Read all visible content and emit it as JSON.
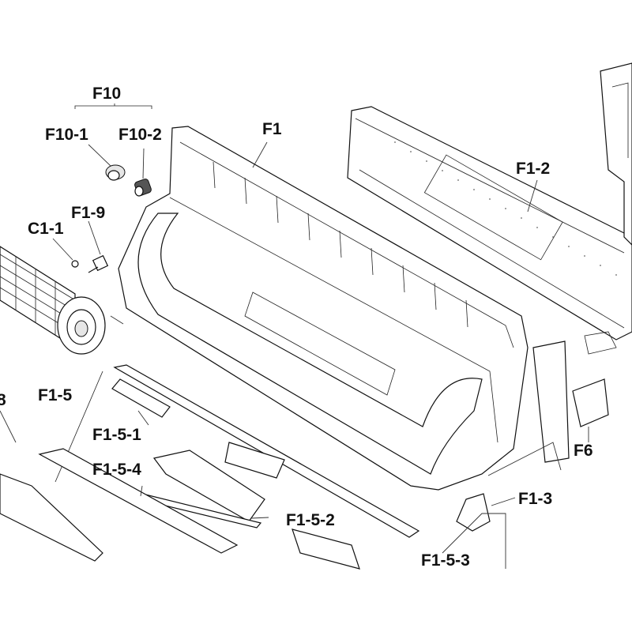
{
  "diagram": {
    "labels": {
      "f10": "F10",
      "f10_1": "F10-1",
      "f10_2": "F10-2",
      "f1": "F1",
      "f1_2": "F1-2",
      "f1_9": "F1-9",
      "c1_1": "C1-1",
      "f1_5": "F1-5",
      "f1_5_1": "F1-5-1",
      "f1_5_4": "F1-5-4",
      "f1_5_2": "F1-5-2",
      "f1_5_3_partial": "F1-5-3",
      "f6": "F6",
      "f1_3": "F1-3",
      "edge_8_partial": "8"
    }
  }
}
